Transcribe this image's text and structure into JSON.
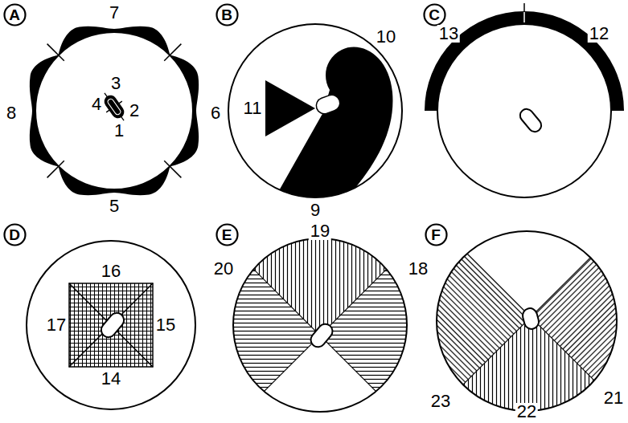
{
  "diagram": {
    "nodes": [
      {
        "text": [
          "A"
        ]
      },
      {
        "text": [
          "B"
        ]
      },
      {
        "text": [
          "C"
        ]
      },
      {
        "text": [
          "D"
        ]
      },
      {
        "text": [
          "E"
        ]
      },
      {
        "text": [
          "F"
        ]
      }
    ],
    "labels": [
      "1",
      "2",
      "3",
      "4",
      "5",
      "6",
      "7",
      "8",
      "9",
      "10",
      "11",
      "12",
      "13",
      "14",
      "15",
      "16",
      "17",
      "18",
      "19",
      "20",
      "21",
      "22",
      "23"
    ]
  }
}
